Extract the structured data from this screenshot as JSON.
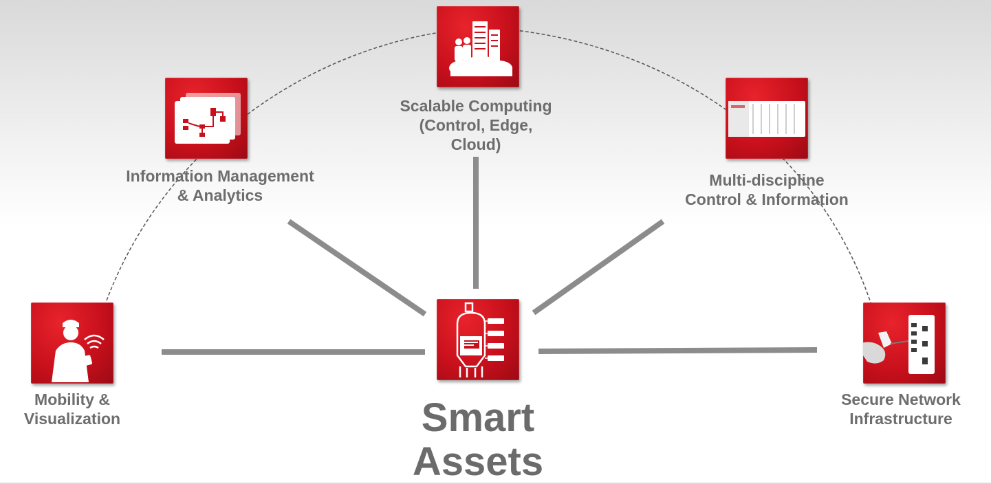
{
  "nodes": {
    "center": {
      "lines": [
        "Smart",
        "Assets"
      ],
      "icon": "silo-tank-icon"
    },
    "scalable_computing": {
      "lines": [
        "Scalable Computing",
        "(Control, Edge,",
        "Cloud)"
      ],
      "icon": "cloud-servers-icon"
    },
    "information_management": {
      "lines": [
        "Information Management",
        "& Analytics"
      ],
      "icon": "flowchart-icon"
    },
    "multi_discipline": {
      "lines": [
        "Multi-discipline",
        "Control & Information"
      ],
      "icon": "controller-rack-icon"
    },
    "mobility": {
      "lines": [
        "Mobility &",
        "Visualization"
      ],
      "icon": "worker-tablet-icon"
    },
    "secure_network": {
      "lines": [
        "Secure Network",
        "Infrastructure"
      ],
      "icon": "network-switch-icon"
    }
  },
  "colors": {
    "tile_red": "#c8101c",
    "connector_gray": "#8c8c8c",
    "arc_gray": "#555555",
    "label_gray": "#6d6d6d"
  }
}
